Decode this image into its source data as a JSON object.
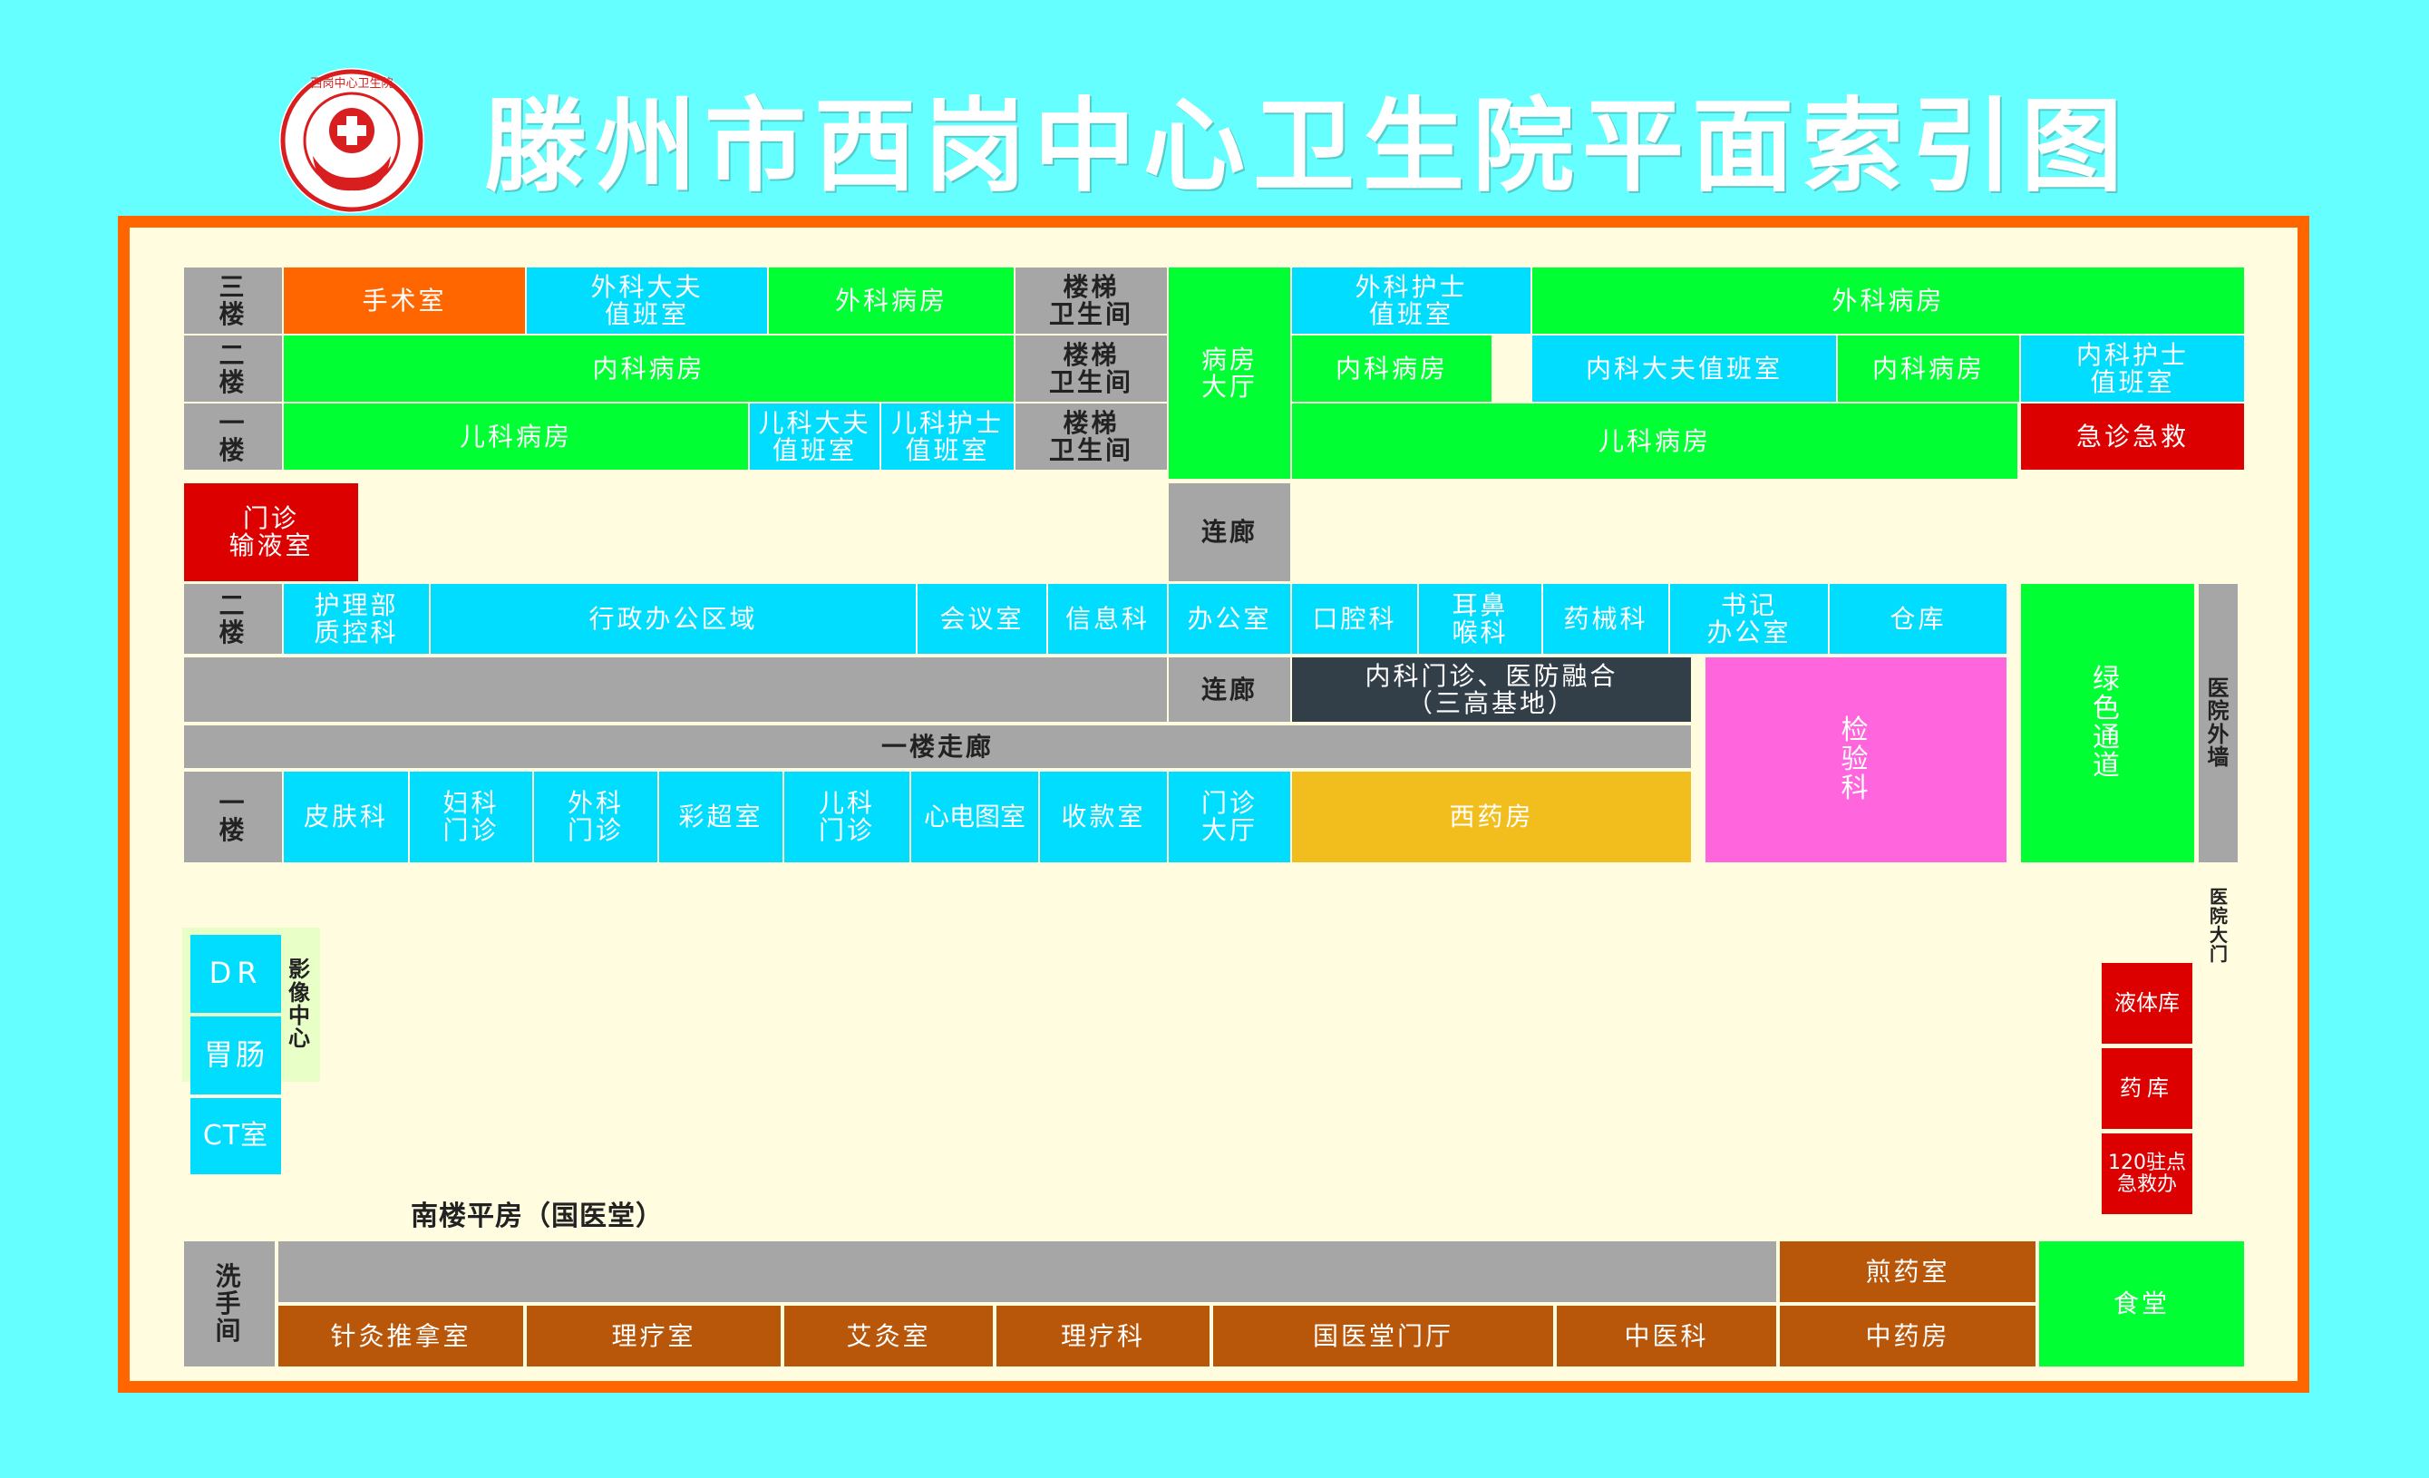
{
  "header": {
    "logo_text": "西岗中心卫生院 XIGANGZHONGXINWEISHENGYUAN",
    "title": "滕州市西岗中心卫生院平面索引图"
  },
  "colors": {
    "background": "#66FFFF",
    "board": "#FFFCE0",
    "border": "#FF6600",
    "green": "#00FF33",
    "cyan": "#00DDFF",
    "orange": "#FF6600",
    "red": "#DD0000",
    "gray": "#A6A6A6",
    "brown": "#B8560A",
    "dark": "#333F48",
    "pink": "#FF66DD",
    "yellow": "#F2BE1E"
  },
  "north": {
    "floor3": "三\n楼",
    "floor2": "二\n楼",
    "floor1": "一\n楼",
    "f3": [
      "手术室",
      "外科大夫\n值班室",
      "外科病房",
      "楼梯\n卫生间",
      "外科护士\n值班室",
      "外科病房"
    ],
    "f2": [
      "内科病房",
      "楼梯\n卫生间",
      "内科病房",
      "内科大夫值班室",
      "内科病房",
      "内科护士\n值班室"
    ],
    "f1": [
      "儿科病房",
      "儿科大夫\n值班室",
      "儿科护士\n值班室",
      "楼梯\n卫生间",
      "儿科病房",
      "急诊急救"
    ],
    "ward_hall": "病房\n大厅"
  },
  "infusion": "门诊\n输液室",
  "corridor1": "连廊",
  "corridor2": "连廊",
  "middle": {
    "floor2": "二\n楼",
    "f2": [
      "护理部\n质控科",
      "行政办公区域",
      "会议室",
      "信息科",
      "办公室",
      "口腔科",
      "耳鼻\n喉科",
      "药械科",
      "书记\n办公室",
      "仓库"
    ],
    "internal_clinic": "内科门诊、医防融合\n（三高基地）",
    "corridor_f1": "一楼走廊",
    "floor1": "一\n楼",
    "f1": [
      "皮肤科",
      "妇科\n门诊",
      "外科\n门诊",
      "彩超室",
      "儿科\n门诊",
      "心电图室",
      "收款室",
      "门诊\n大厅",
      "西药房"
    ],
    "lab": "检\n验\n科",
    "green_channel": "绿\n色\n通\n道",
    "outer_wall": "医\n院\n外\n墙"
  },
  "main_gate": "医院大门",
  "imaging": {
    "items": [
      "DR",
      "胃肠",
      "CT室"
    ],
    "label": "影\n像\n中\n心"
  },
  "side_units": [
    "液体库",
    "药库",
    "120驻点\n急救办"
  ],
  "south": {
    "title": "南楼平房（国医堂）",
    "washroom": "洗\n手\n间",
    "decoction": "煎药室",
    "rooms": [
      "针灸推拿室",
      "理疗室",
      "艾灸室",
      "理疗科",
      "国医堂门厅",
      "中医科",
      "中药房"
    ],
    "canteen": "食堂"
  }
}
